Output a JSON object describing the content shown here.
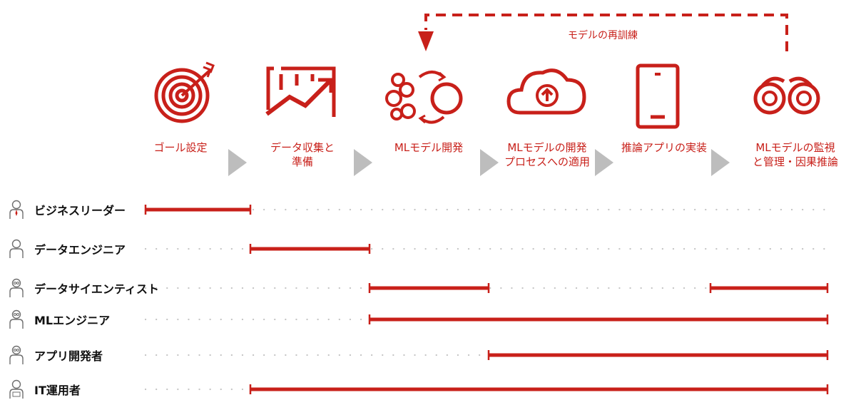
{
  "colors": {
    "accent": "#c8201a",
    "arrow": "#bdbdbd",
    "dots": "#c4c4c4",
    "icon": "#6f6f6f"
  },
  "loop": {
    "label": "モデルの再訓練"
  },
  "stages": [
    {
      "icon": "target-icon",
      "lines": [
        "ゴール設定"
      ]
    },
    {
      "icon": "chart-icon",
      "lines": [
        "データ収集と",
        "準備"
      ]
    },
    {
      "icon": "model-dev-icon",
      "lines": [
        "MLモデル開発"
      ]
    },
    {
      "icon": "cloud-upload-icon",
      "lines": [
        "MLモデルの開発",
        "プロセスへの適用"
      ]
    },
    {
      "icon": "smartphone-icon",
      "lines": [
        "推論アプリの実装"
      ]
    },
    {
      "icon": "binoculars-icon",
      "lines": [
        "MLモデルの監視",
        "と管理・因果推論"
      ]
    }
  ],
  "roles": [
    {
      "name": "ビジネスリーダー",
      "icon": "business-leader-icon",
      "segments": [
        [
          0,
          1
        ]
      ]
    },
    {
      "name": "データエンジニア",
      "icon": "data-engineer-icon",
      "segments": [
        [
          1,
          2
        ]
      ]
    },
    {
      "name": "データサイエンティスト",
      "icon": "data-scientist-icon",
      "segments": [
        [
          2,
          3
        ],
        [
          5,
          6
        ]
      ]
    },
    {
      "name": "MLエンジニア",
      "icon": "ml-engineer-icon",
      "segments": [
        [
          2,
          6
        ]
      ]
    },
    {
      "name": "アプリ開発者",
      "icon": "app-developer-icon",
      "segments": [
        [
          3,
          6
        ]
      ]
    },
    {
      "name": "IT運用者",
      "icon": "it-operator-icon",
      "segments": [
        [
          1,
          6
        ]
      ]
    }
  ]
}
